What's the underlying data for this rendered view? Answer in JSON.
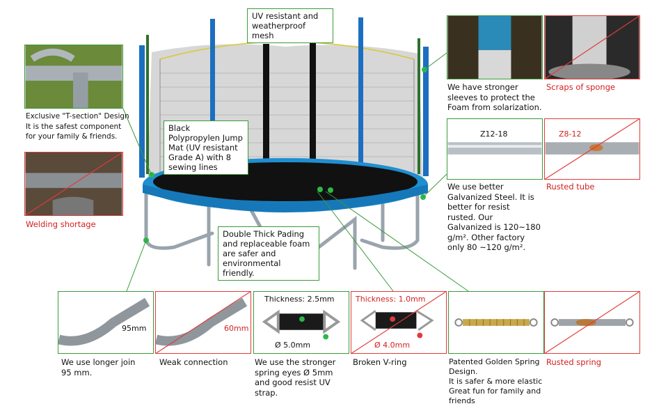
{
  "callouts": {
    "mesh": "UV resistant and weatherproof mesh",
    "mat": "Black Polypropylen Jump Mat (UV resistant Grade A) with 8 sewing lines",
    "padding": "Double Thick Pading and replaceable foam are safer and environmental friendly."
  },
  "captions": {
    "t_section": "Exclusive \"T-section\" Design\nIt is  the safest component\nfor your family & friends.",
    "welding": "Welding shortage",
    "sleeves": "We have stronger\nsleeves to protect the\nFoam from solarization.",
    "scraps": "Scraps of sponge",
    "galvanized": "We use better\nGalvanized Steel. It is\nbetter for resist\nrusted. Our\nGalvanized is 120~180\ng/m². Other factory\nonly 80 ~120 g/m².",
    "rusted_tube": "Rusted tube",
    "longer_join": "We use longer join\n95 mm.",
    "weak": "Weak connection",
    "spring_eyes": "We use the stronger\nspring eyes Ø 5mm\nand good resist UV\nstrap.",
    "broken_vring": "Broken V-ring",
    "golden_spring": "Patented Golden Spring\nDesign.\nIt is safer & more elastic\nGreat fun for family and\nfriends",
    "rusted_spring": "Rusted spring"
  },
  "labels": {
    "z12": "Z12-18",
    "z8": "Z8-12",
    "len95": "95mm",
    "len60": "60mm",
    "thick_good": "Thickness: 2.5mm",
    "dia_good": "Ø 5.0mm",
    "thick_bad": "Thickness: 1.0mm",
    "dia_bad": "Ø 4.0mm"
  },
  "colors": {
    "good_border": "#3a9a3a",
    "bad_border": "#e23a3a",
    "bad_text": "#d22020",
    "pad_blue": "#1f8fd0"
  }
}
